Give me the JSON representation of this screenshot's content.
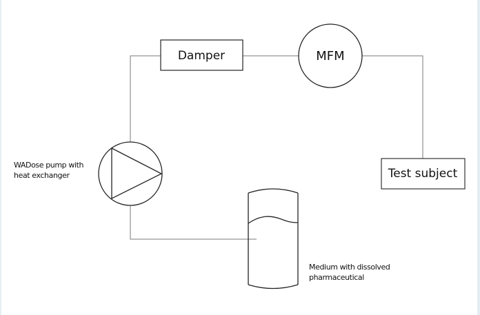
{
  "diagram": {
    "title": "",
    "components": {
      "damper": {
        "label": "Damper"
      },
      "mfm": {
        "label": "MFM"
      },
      "test_subject": {
        "label": "Test subject"
      },
      "pump": {
        "label_line1": "WADose pump with",
        "label_line2": "heat exchanger"
      },
      "tank": {
        "label_line1": "Medium with dissolved",
        "label_line2": "pharmaceutical"
      }
    },
    "connections": [
      {
        "from": "tank",
        "to": "pump"
      },
      {
        "from": "pump",
        "to": "damper"
      },
      {
        "from": "damper",
        "to": "mfm"
      },
      {
        "from": "mfm",
        "to": "test_subject"
      }
    ],
    "colors": {
      "line": "#7a7a7a",
      "shape_stroke": "#222222",
      "text": "#111111",
      "background": "#ffffff"
    }
  }
}
